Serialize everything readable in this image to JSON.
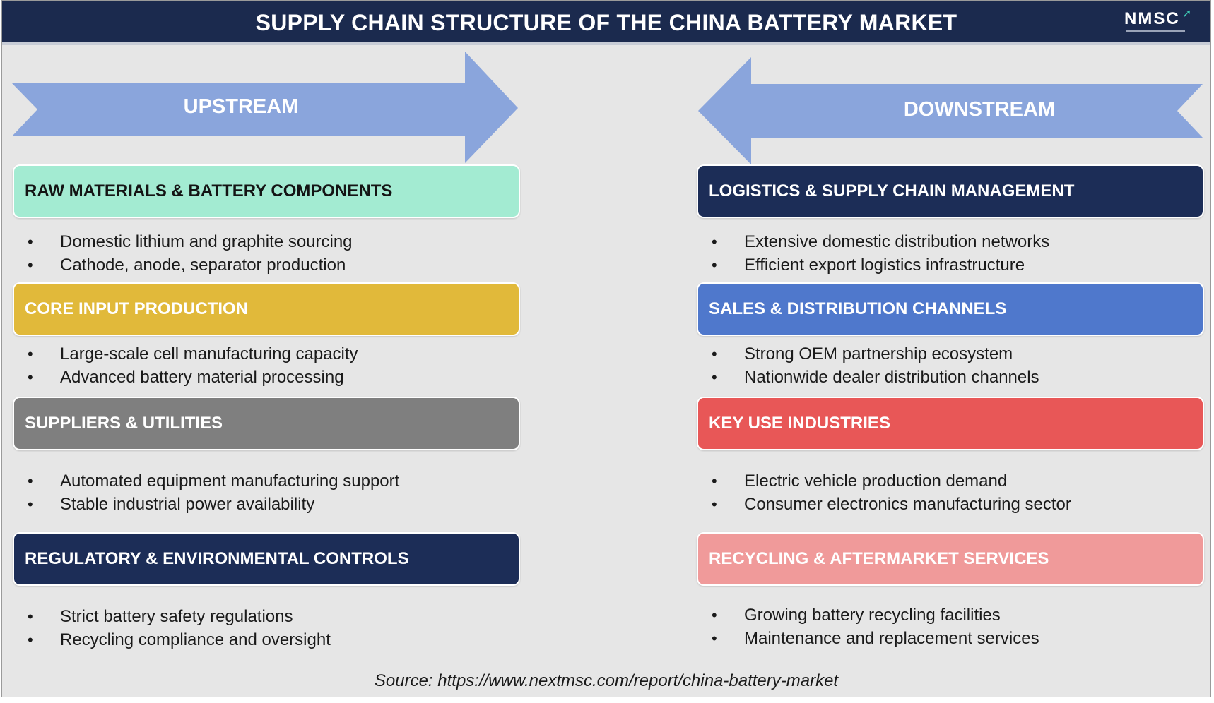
{
  "header": {
    "title": "SUPPLY CHAIN STRUCTURE OF THE CHINA BATTERY MARKET",
    "logo_text": "NMSC"
  },
  "colors": {
    "title_bar": "#1b2a4e",
    "arrow": "#8aa5dc",
    "mint": "#a3ebd2",
    "gold": "#e1b93a",
    "gray": "#7f7f7f",
    "navy": "#1c2d57",
    "blue": "#4f78cc",
    "red": "#e85757",
    "pink": "#f09a9a",
    "background": "#e6e6e6"
  },
  "upstream": {
    "label": "UPSTREAM",
    "sections": [
      {
        "title": "RAW MATERIALS & BATTERY COMPONENTS",
        "color": "mint",
        "bullets": [
          "Domestic lithium and graphite sourcing",
          "Cathode, anode, separator production"
        ]
      },
      {
        "title": "CORE INPUT PRODUCTION",
        "color": "gold",
        "bullets": [
          "Large-scale cell manufacturing capacity",
          "Advanced battery material processing"
        ]
      },
      {
        "title": "SUPPLIERS & UTILITIES",
        "color": "gray",
        "bullets": [
          "Automated equipment manufacturing support",
          "Stable industrial power availability"
        ]
      },
      {
        "title": "REGULATORY & ENVIRONMENTAL CONTROLS",
        "color": "navy",
        "bullets": [
          "Strict battery safety regulations",
          "Recycling compliance and oversight"
        ]
      }
    ]
  },
  "downstream": {
    "label": "DOWNSTREAM",
    "sections": [
      {
        "title": "LOGISTICS & SUPPLY CHAIN MANAGEMENT",
        "color": "navy",
        "bullets": [
          "Extensive domestic distribution networks",
          "Efficient export logistics infrastructure"
        ]
      },
      {
        "title": "SALES & DISTRIBUTION CHANNELS",
        "color": "blue",
        "bullets": [
          "Strong OEM partnership ecosystem",
          "Nationwide dealer distribution channels"
        ]
      },
      {
        "title": "KEY USE INDUSTRIES",
        "color": "red",
        "bullets": [
          "Electric vehicle production demand",
          "Consumer electronics manufacturing sector"
        ]
      },
      {
        "title": "RECYCLING & AFTERMARKET SERVICES",
        "color": "pink",
        "bullets": [
          "Growing battery recycling facilities",
          "Maintenance and replacement services"
        ]
      }
    ]
  },
  "footer": {
    "source": "Source: https://www.nextmsc.com/report/china-battery-market"
  }
}
